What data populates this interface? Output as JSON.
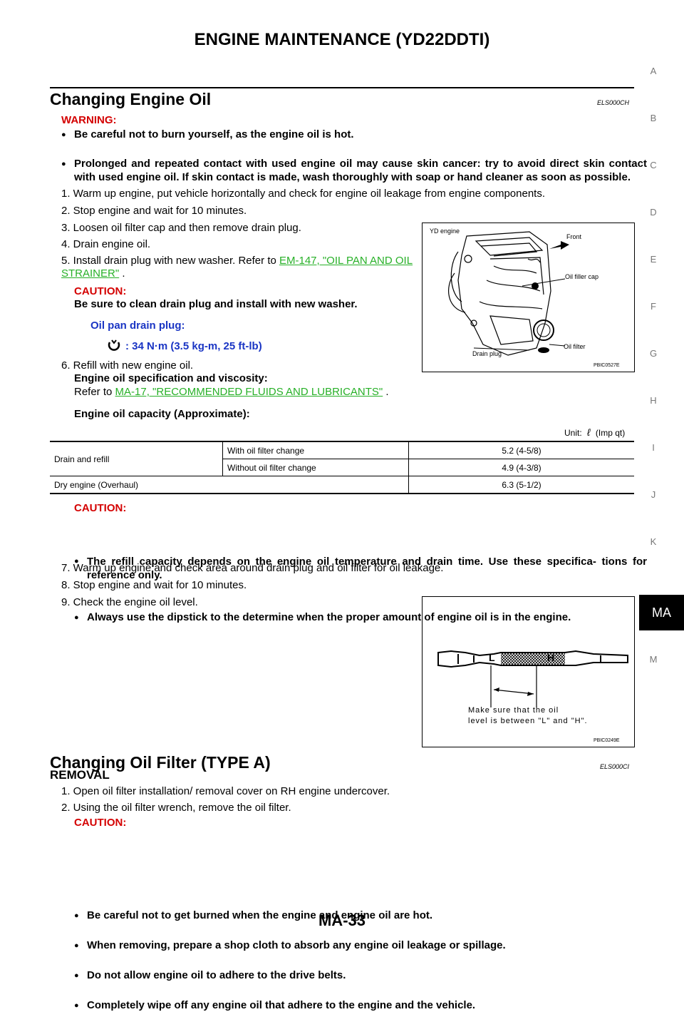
{
  "header": {
    "title": "ENGINE MAINTENANCE (YD22DDTI)"
  },
  "side_index": {
    "letters": [
      "A",
      "B",
      "C",
      "D",
      "E",
      "F",
      "G",
      "H",
      "I",
      "J",
      "K",
      "MA",
      "M"
    ],
    "active": "MA"
  },
  "section1": {
    "title": "Changing Engine Oil",
    "code": "ELS000CH",
    "warning_label": "WARNING:",
    "warnings": [
      "Be careful not to burn yourself, as the engine oil is hot.",
      "Prolonged and repeated contact with used engine oil may cause skin cancer: try to avoid direct skin contact with used engine oil. If skin contact is made, wash thoroughly with soap or hand cleaner as soon as possible."
    ],
    "steps": [
      "1. Warm up engine, put vehicle horizontally and check for engine oil leakage from engine components.",
      "2. Stop engine and wait for 10 minutes.",
      "3. Loosen oil filter cap and then remove drain plug.",
      "4. Drain engine oil."
    ],
    "step5_prefix": "5. Install drain plug with new washer. Refer to ",
    "step5_link": "EM-147, \"OIL PAN AND OIL STRAINER\"",
    "step5_suffix": " .",
    "caution1_label": "CAUTION:",
    "caution1_text": "Be sure to clean drain plug and install with new washer.",
    "drain_plug_label": "Oil pan drain plug:",
    "torque": ": 34 N·m (3.5 kg-m, 25 ft-lb)",
    "step6_line1": "6. Refill with new engine oil.",
    "step6_line2": "Engine oil specification and viscosity:",
    "step6_ref_prefix": "Refer to ",
    "step6_link": "MA-17, \"RECOMMENDED FLUIDS AND LUBRICANTS\"",
    "step6_suffix": " .",
    "capacity_title": "Engine oil capacity (Approximate):",
    "unit_prefix": "Unit:",
    "unit_symbol": "ℓ",
    "unit_suffix": "(Imp qt)",
    "capacity_table": {
      "group_label": "Drain and refill",
      "rows": [
        {
          "label": "With oil filter change",
          "value": "5.2 (4-5/8)"
        },
        {
          "label": "Without oil filter change",
          "value": "4.9 (4-3/8)"
        }
      ],
      "dry_label": "Dry engine (Overhaul)",
      "dry_value": "6.3 (5-1/2)"
    },
    "caution2_label": "CAUTION:",
    "caution2_items": [
      "The refill capacity depends on the engine oil temperature and drain time. Use these specifica- tions for reference only.",
      "Always use the dipstick to the determine when the proper amount of engine oil is in the engine."
    ],
    "steps_after": [
      "7. Warm up engine and check area around drain plug and oil filter for oil leakage.",
      "8. Stop engine and wait for 10 minutes.",
      "9. Check the engine oil level."
    ],
    "figure1": {
      "labels": {
        "yd": "YD engine",
        "front": "Front",
        "cap": "Oil filler cap",
        "filter": "Oil filter",
        "plug": "Drain plug"
      },
      "code": "PBIC0527E"
    },
    "figure2": {
      "marks": {
        "l": "L",
        "h": "H"
      },
      "caption_line1": "Make sure that the oil",
      "caption_line2": "level is between \"L\" and \"H\".",
      "code": "PBIC0249E"
    }
  },
  "section2": {
    "title": "Changing Oil Filter (TYPE A)",
    "code": "ELS000CI",
    "subtitle": "REMOVAL",
    "steps": [
      "1. Open oil filter installation/ removal cover on RH engine undercover.",
      "2. Using the oil filter wrench, remove the oil filter."
    ],
    "caution_label": "CAUTION:",
    "caution_items": [
      "Be careful not to get burned when the engine and engine oil are hot.",
      "When removing, prepare a shop cloth to absorb any engine oil leakage or spillage.",
      "Do not allow engine oil to adhere to the drive belts.",
      "Completely wipe off any engine oil that adhere to the engine and the vehicle."
    ]
  },
  "footer": {
    "page": "MA-33"
  }
}
